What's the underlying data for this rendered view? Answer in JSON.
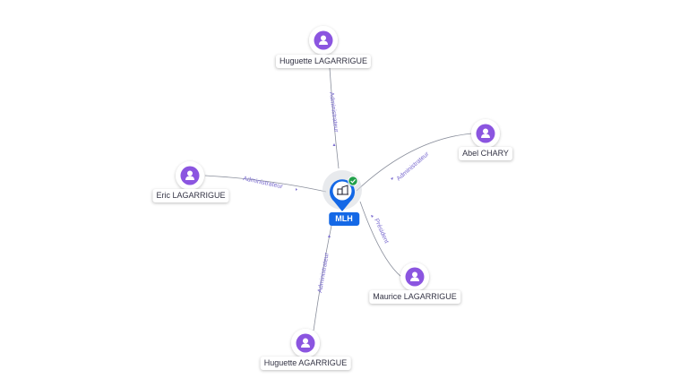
{
  "center": {
    "label": "MLH",
    "icon": "company-icon",
    "status_icon": "check-icon",
    "colors": {
      "pin": "#1468e6",
      "status": "#21a04a"
    }
  },
  "people": [
    {
      "name": "Huguette LAGARRIGUE",
      "role": "Administrateur"
    },
    {
      "name": "Abel CHARY",
      "role": "Administrateur"
    },
    {
      "name": "Eric LAGARRIGUE",
      "role": "Administrateur"
    },
    {
      "name": "Maurice LAGARRIGUE",
      "role": "Président"
    },
    {
      "name": "Huguette AGARRIGUE",
      "role": "Administrateur"
    }
  ],
  "colors": {
    "person": "#8b55e0",
    "edge": "#8a8f9c",
    "edge_label": "#7a6bcf"
  }
}
